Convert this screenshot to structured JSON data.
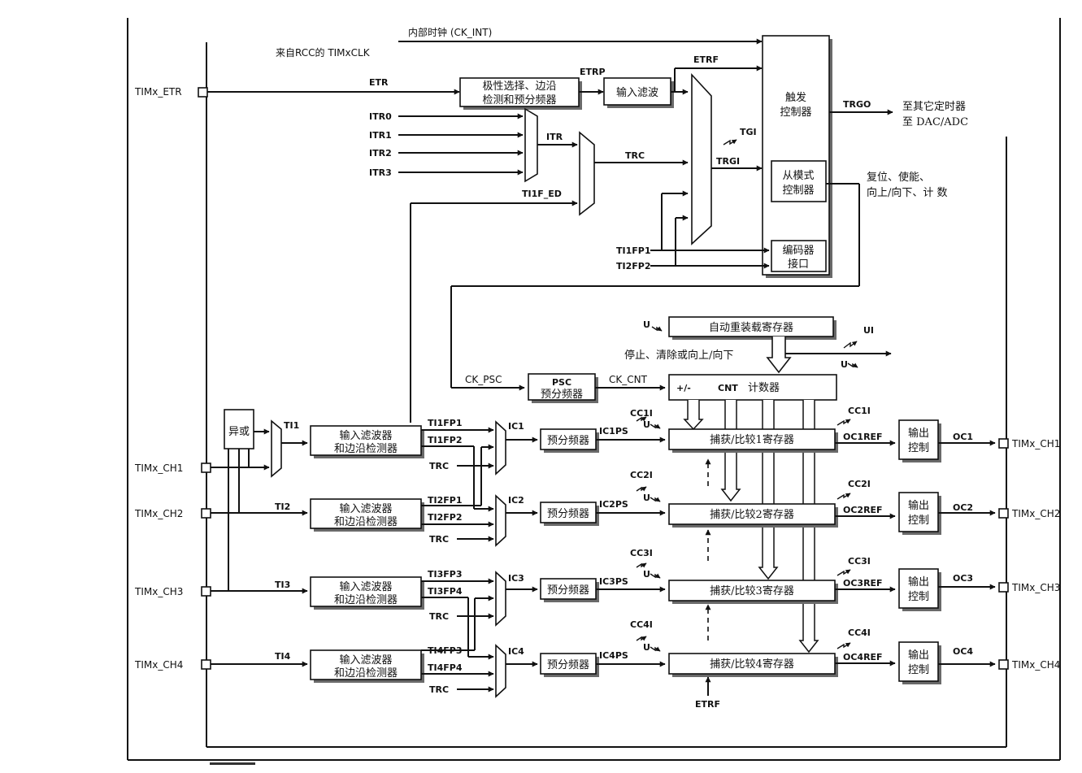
{
  "labels": {
    "ck_int": "内部时钟 (CK_INT)",
    "rcc_clk": "来自RCC的 TIMxCLK",
    "etr": "ETR",
    "etrp": "ETRP",
    "etrf": "ETRF",
    "itr0": "ITR0",
    "itr1": "ITR1",
    "itr2": "ITR2",
    "itr3": "ITR3",
    "itr": "ITR",
    "trc": "TRC",
    "ti1f_ed": "TI1F_ED",
    "tgi": "TGI",
    "trgi": "TRGI",
    "trgo": "TRGO",
    "trgo_dest_1": "至其它定时器",
    "trgo_dest_2": "至 DAC/ADC",
    "slave_out_1": "复位、使能、",
    "slave_out_2": "向上/向下、计 数",
    "ti1fp1": "TI1FP1",
    "ti2fp2": "TI2FP2",
    "u": "U",
    "ui": "UI",
    "stop_clear": "停止、清除或向上/向下",
    "ck_psc": "CK_PSC",
    "ck_cnt": "CK_CNT",
    "plus_minus": "+/-",
    "etrf_bottom": "ETRF"
  },
  "pins": {
    "etr": "TIMx_ETR",
    "ch1": "TIMx_CH1",
    "ch2": "TIMx_CH2",
    "ch3": "TIMx_CH3",
    "ch4": "TIMx_CH4"
  },
  "blocks": {
    "polarity_1": "极性选择、边沿",
    "polarity_2": "检测和预分频器",
    "input_filter": "输入滤波",
    "trigger_ctrl_1": "触发",
    "trigger_ctrl_2": "控制器",
    "slave_ctrl_1": "从模式",
    "slave_ctrl_2": "控制器",
    "encoder_1": "编码器",
    "encoder_2": "接口",
    "auto_reload": "自动重装载寄存器",
    "psc_1": "PSC",
    "psc_2": "预分频器",
    "cnt_name": "CNT",
    "cnt_suffix": "计数器",
    "xor": "异或",
    "filter_edge_1": "输入滤波器",
    "filter_edge_2": "和边沿检测器",
    "prescaler": "预分频器",
    "output_ctrl_1": "输出",
    "output_ctrl_2": "控制"
  },
  "channels": [
    {
      "ti": "TI1",
      "fp_a": "TI1FP1",
      "fp_b": "TI1FP2",
      "trc": "TRC",
      "ic": "IC1",
      "icps": "IC1PS",
      "u": "U",
      "cci": "CC1I",
      "reg": "捕获/比较1寄存器",
      "ccxi": "CC1I",
      "ref": "OC1REF",
      "oc": "OC1"
    },
    {
      "ti": "TI2",
      "fp_a": "TI2FP1",
      "fp_b": "TI2FP2",
      "trc": "TRC",
      "ic": "IC2",
      "icps": "IC2PS",
      "u": "U",
      "cci": "CC2I",
      "reg": "捕获/比较2寄存器",
      "ccxi": "CC2I",
      "ref": "OC2REF",
      "oc": "OC2"
    },
    {
      "ti": "TI3",
      "fp_a": "TI3FP3",
      "fp_b": "TI3FP4",
      "trc": "TRC",
      "ic": "IC3",
      "icps": "IC3PS",
      "u": "U",
      "cci": "CC3I",
      "reg": "捕获/比较3寄存器",
      "ccxi": "CC3I",
      "ref": "OC3REF",
      "oc": "OC3"
    },
    {
      "ti": "TI4",
      "fp_a": "TI4FP3",
      "fp_b": "TI4FP4",
      "trc": "TRC",
      "ic": "IC4",
      "icps": "IC4PS",
      "u": "U",
      "cci": "CC4I",
      "reg": "捕获/比较4寄存器",
      "ccxi": "CC4I",
      "ref": "OC4REF",
      "oc": "OC4"
    }
  ]
}
